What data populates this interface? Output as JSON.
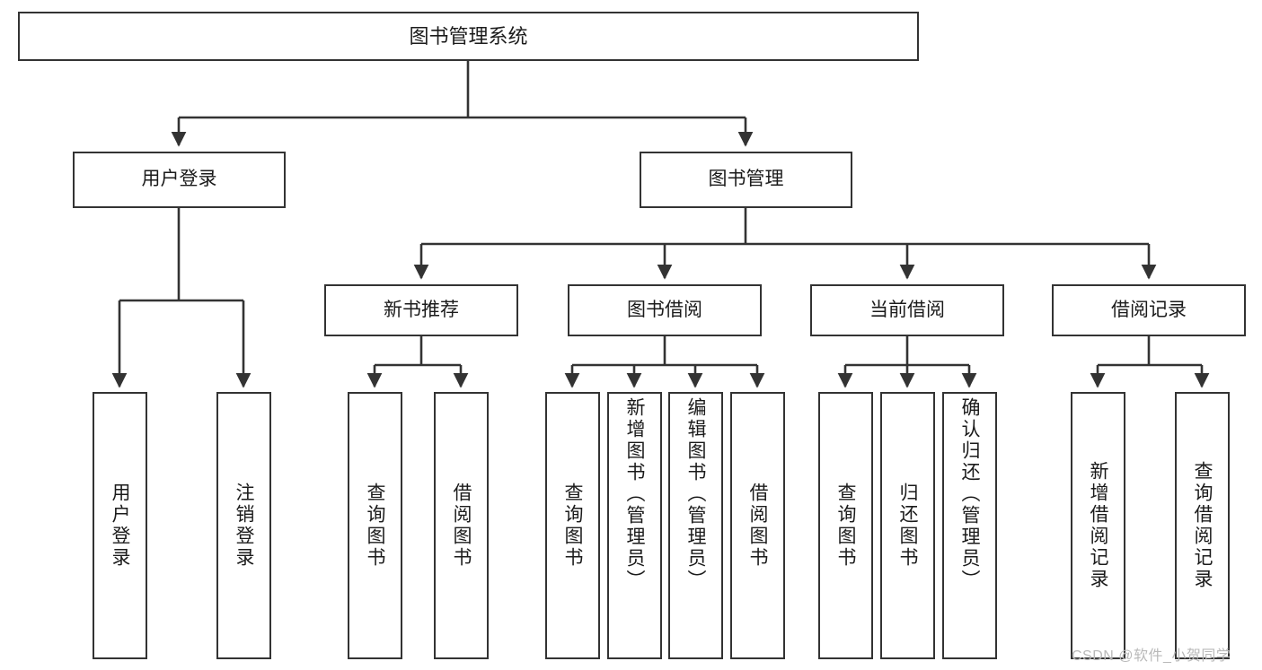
{
  "diagram": {
    "type": "tree-hierarchy-chart",
    "title": "图书管理系统",
    "colors": {
      "box_border": "#333333",
      "box_fill": "#ffffff",
      "connector": "#333333",
      "text": "#1b1b1b",
      "watermark": "#b9b9b9",
      "background": "#ffffff"
    },
    "levels": {
      "level1": [
        "图书管理系统"
      ],
      "level2": [
        "用户登录",
        "图书管理"
      ],
      "level3": [
        "新书推荐",
        "图书借阅",
        "当前借阅",
        "借阅记录"
      ],
      "level4": [
        "用户登录",
        "注销登录",
        "查询图书",
        "借阅图书",
        "查询图书",
        "新增图书（管理员）",
        "编辑图书（管理员）",
        "借阅图书",
        "查询图书",
        "归还图书",
        "确认归还（管理员）",
        "新增借阅记录",
        "查询借阅记录"
      ]
    },
    "nodes": {
      "root": {
        "label": "图书管理系统"
      },
      "user_login": {
        "label": "用户登录"
      },
      "book_manage": {
        "label": "图书管理"
      },
      "new_book_rec": {
        "label": "新书推荐"
      },
      "book_borrow": {
        "label": "图书借阅"
      },
      "current_borrow": {
        "label": "当前借阅"
      },
      "borrow_record": {
        "label": "借阅记录"
      },
      "leaf_user_login": {
        "label": "用户登录"
      },
      "leaf_logout": {
        "label": "注销登录"
      },
      "leaf_query_book_1": {
        "label": "查询图书"
      },
      "leaf_borrow_book_1": {
        "label": "借阅图书"
      },
      "leaf_query_book_2": {
        "label": "查询图书"
      },
      "leaf_add_book": {
        "label": "新增图书（管理员）"
      },
      "leaf_edit_book": {
        "label": "编辑图书（管理员）"
      },
      "leaf_borrow_book_2": {
        "label": "借阅图书"
      },
      "leaf_query_book_3": {
        "label": "查询图书"
      },
      "leaf_return_book": {
        "label": "归还图书"
      },
      "leaf_confirm_return": {
        "label": "确认归还（管理员）"
      },
      "leaf_add_record": {
        "label": "新增借阅记录"
      },
      "leaf_query_record": {
        "label": "查询借阅记录"
      }
    },
    "edges": [
      {
        "from": "root",
        "to": "user_login"
      },
      {
        "from": "root",
        "to": "book_manage"
      },
      {
        "from": "book_manage",
        "to": "new_book_rec"
      },
      {
        "from": "book_manage",
        "to": "book_borrow"
      },
      {
        "from": "book_manage",
        "to": "current_borrow"
      },
      {
        "from": "book_manage",
        "to": "borrow_record"
      },
      {
        "from": "user_login",
        "to": "leaf_user_login"
      },
      {
        "from": "user_login",
        "to": "leaf_logout"
      },
      {
        "from": "new_book_rec",
        "to": "leaf_query_book_1"
      },
      {
        "from": "new_book_rec",
        "to": "leaf_borrow_book_1"
      },
      {
        "from": "book_borrow",
        "to": "leaf_query_book_2"
      },
      {
        "from": "book_borrow",
        "to": "leaf_add_book"
      },
      {
        "from": "book_borrow",
        "to": "leaf_edit_book"
      },
      {
        "from": "book_borrow",
        "to": "leaf_borrow_book_2"
      },
      {
        "from": "current_borrow",
        "to": "leaf_query_book_3"
      },
      {
        "from": "current_borrow",
        "to": "leaf_return_book"
      },
      {
        "from": "current_borrow",
        "to": "leaf_confirm_return"
      },
      {
        "from": "borrow_record",
        "to": "leaf_add_record"
      },
      {
        "from": "borrow_record",
        "to": "leaf_query_record"
      }
    ]
  },
  "watermark": {
    "text": "CSDN @软件_小贺同学"
  }
}
